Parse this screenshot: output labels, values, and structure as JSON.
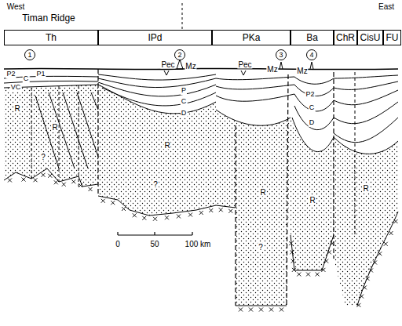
{
  "diagram": {
    "nodes": [
      {
        "text": [
          "Th"
        ]
      },
      {
        "text": [
          "IPd"
        ]
      },
      {
        "text": [
          "PKa"
        ]
      },
      {
        "text": [
          "Ba"
        ]
      },
      {
        "text": [
          "ChR"
        ]
      },
      {
        "text": [
          "CisU"
        ]
      },
      {
        "text": [
          "FU"
        ]
      },
      {
        "text": [
          "1"
        ]
      },
      {
        "text": [
          "2"
        ]
      },
      {
        "text": [
          "3"
        ]
      },
      {
        "text": [
          "4"
        ]
      }
    ],
    "labels": [
      "West",
      "East",
      "Timan Ridge",
      "Pec",
      "Mz",
      "Pec",
      "Mz",
      "Mz",
      "P2",
      "C",
      "P1",
      "VC",
      "R",
      "R",
      "?",
      "P",
      "C",
      "D",
      "R",
      "?",
      "R",
      "?",
      "P2",
      "C",
      "D",
      "R",
      "R",
      "0",
      "50",
      "100 km"
    ]
  }
}
